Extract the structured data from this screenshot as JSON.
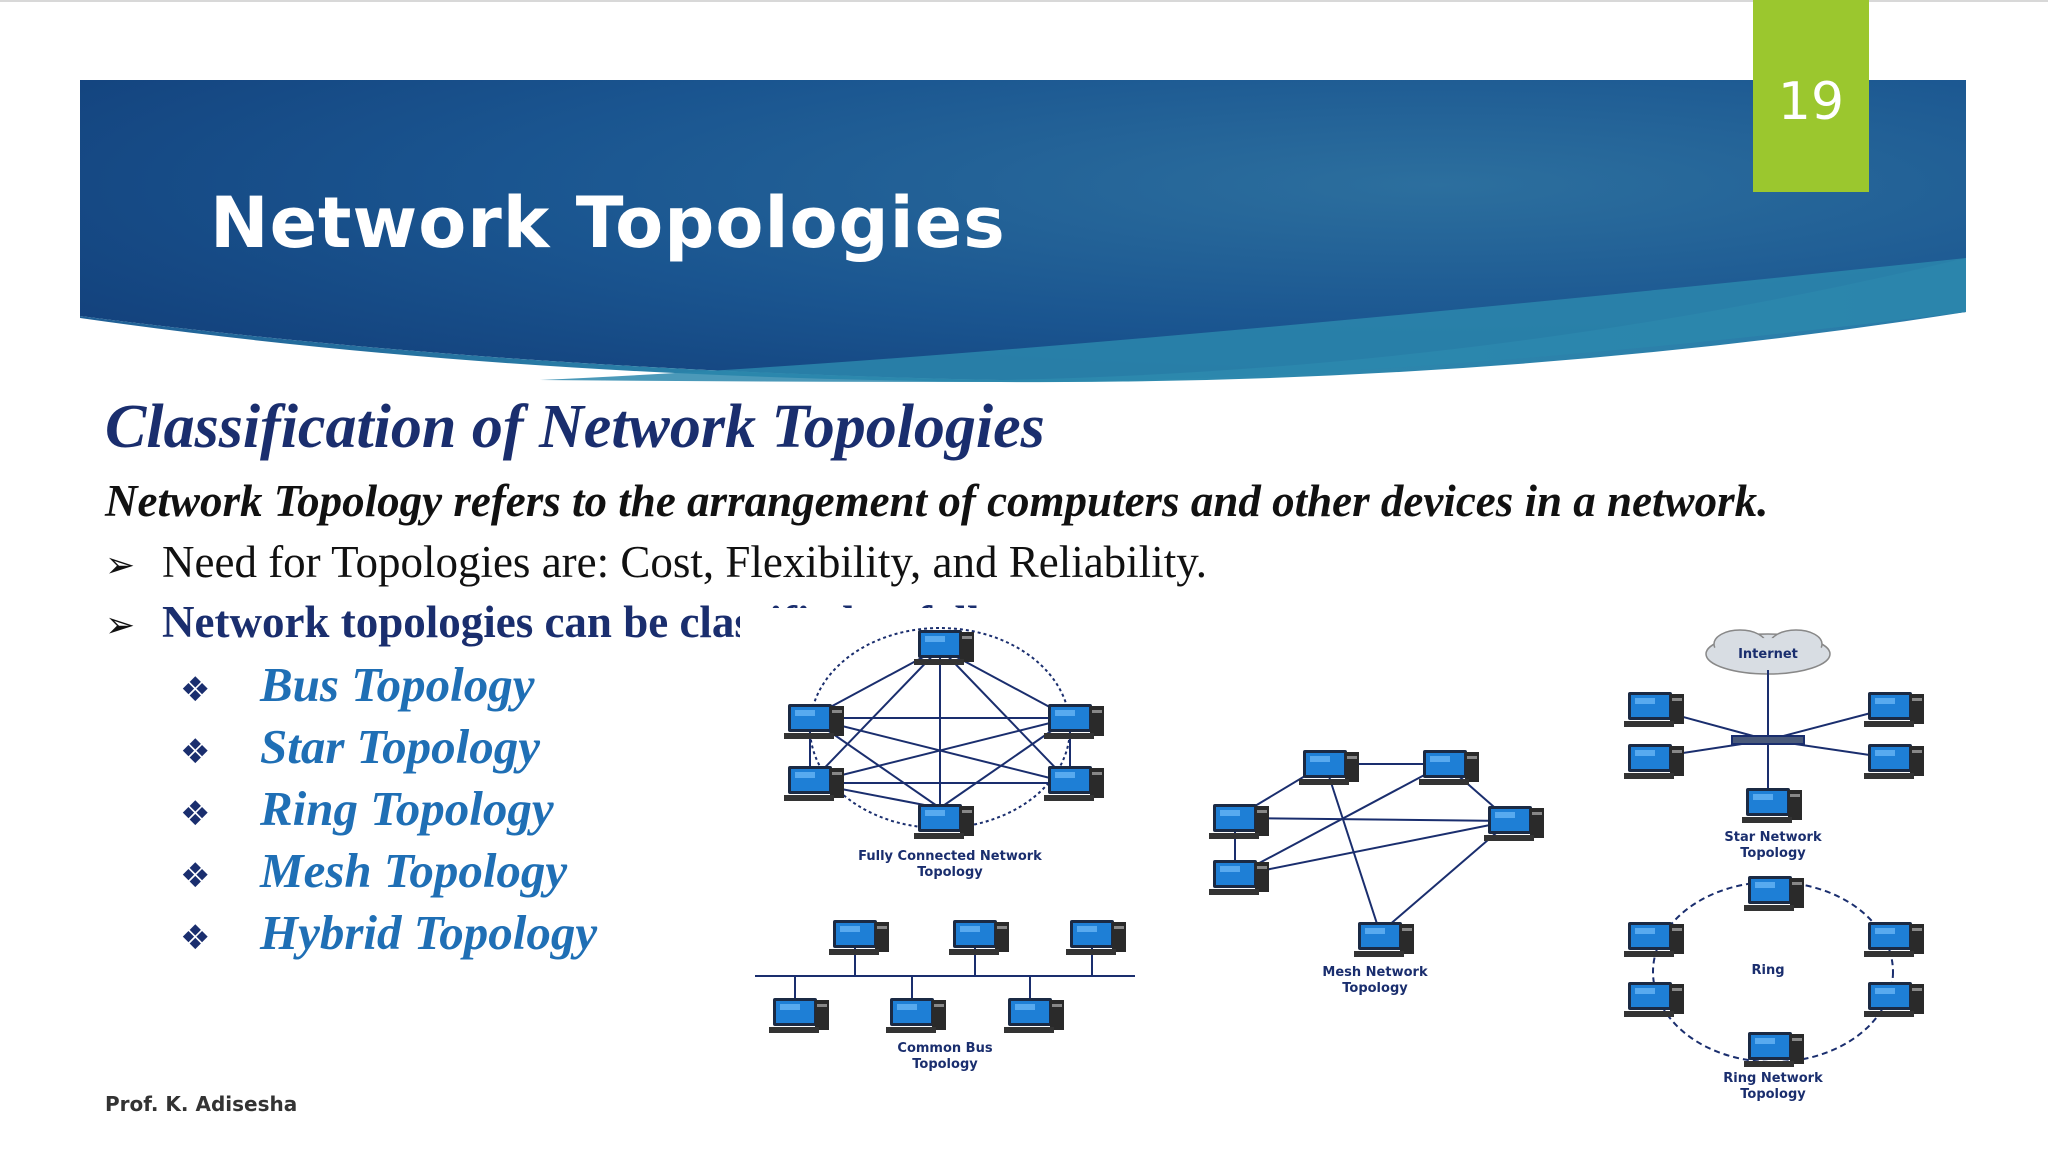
{
  "slide": {
    "number": "19",
    "title": "Network Topologies",
    "footer": "Prof. K. Adisesha"
  },
  "content": {
    "subtitle": "Classification of Network Topologies",
    "definition": "Network Topology refers to the arrangement of computers and other devices in a network.",
    "bullets": [
      "Need for Topologies are: Cost, Flexibility, and Reliability.",
      "Network topologies can be classified as follows:"
    ],
    "topologies": [
      "Bus Topology",
      "Star Topology",
      "Ring Topology",
      "Mesh Topology",
      "Hybrid Topology"
    ]
  },
  "diagram": {
    "captions": {
      "fully_connected": [
        "Fully Connected Network",
        "Topology"
      ],
      "bus": [
        "Common Bus",
        "Topology"
      ],
      "mesh": [
        "Mesh Network",
        "Topology"
      ],
      "star": [
        "Star Network",
        "Topology"
      ],
      "ring": [
        "Ring Network",
        "Topology"
      ],
      "ring_center": "Ring",
      "internet": "Internet"
    }
  },
  "colors": {
    "banner_dark": "#134a86",
    "banner_light": "#2f8fb0",
    "slide_number_bg": "#9bc72e",
    "subtitle": "#1a2e6e",
    "topology_items": "#1f6fb5"
  },
  "icons": {
    "bullet": "arrow-bullet-icon",
    "sub_bullet": "diamond-bullet-icon",
    "computer": "computer-icon",
    "cloud": "cloud-icon"
  }
}
